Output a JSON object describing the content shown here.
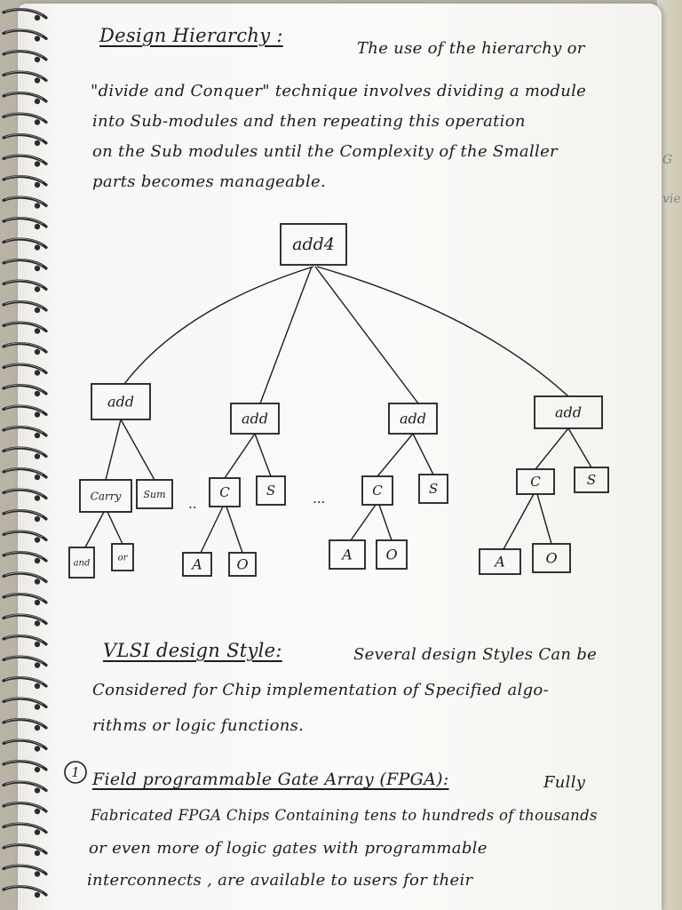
{
  "heading": {
    "title": "Design Hierarchy :",
    "lines": [
      "The use of the hierarchy or",
      "\"divide and Conquer\" technique involves dividing a module",
      "into Sub-modules and then repeating this operation",
      "on the Sub modules until the Complexity of the Smaller",
      "parts becomes manageable."
    ]
  },
  "tree": {
    "root": "add4",
    "level1": [
      "add",
      "add",
      "add",
      "add"
    ],
    "level2": [
      "Carry",
      "Sum",
      "C",
      "S",
      "C",
      "S",
      "C",
      "S"
    ],
    "level3": [
      "and",
      "or",
      "A",
      "O",
      "A",
      "O",
      "A",
      "O"
    ],
    "ellipsis": [
      "..",
      "..."
    ]
  },
  "section2": {
    "title": "VLSI design Style:",
    "lines": [
      "Several design Styles Can be",
      "Considered for Chip implementation of Specified algo-",
      "rithms or logic functions."
    ]
  },
  "item1": {
    "number": "1",
    "title": "Field programmable Gate Array (FPGA):",
    "lines": [
      "Fully",
      "Fabricated FPGA Chips Containing tens to hundreds of thousands",
      "or even more of logic gates with programmable",
      "interconnects , are available to users for their"
    ]
  },
  "edge_margin": {
    "top": "G",
    "bottom": "vie"
  }
}
